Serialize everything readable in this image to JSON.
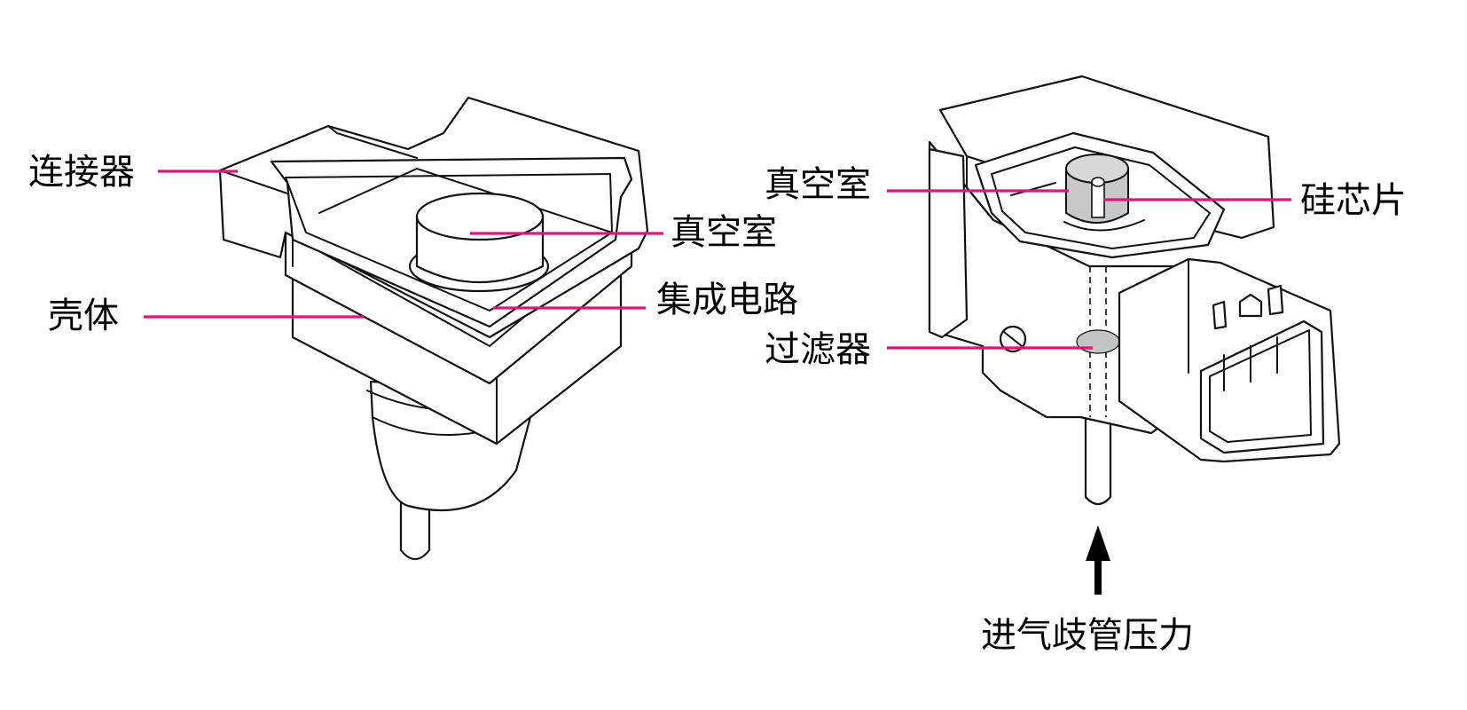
{
  "left_sensor": {
    "labels": {
      "connector": "连接器",
      "housing": "壳体",
      "vacuum_chamber": "真空室",
      "integrated_circuit": "集成电路"
    }
  },
  "right_sensor": {
    "labels": {
      "vacuum_chamber": "真空室",
      "silicon_chip": "硅芯片",
      "filter": "过滤器",
      "manifold_pressure": "进气歧管压力"
    }
  },
  "colors": {
    "leader_line": "#e0137f",
    "outline": "#111111",
    "chip_fill": "#c8c8c8",
    "filter_fill": "#c4c4c4",
    "arrow": "#000000"
  },
  "icons": [
    "pressure-arrow-icon"
  ]
}
